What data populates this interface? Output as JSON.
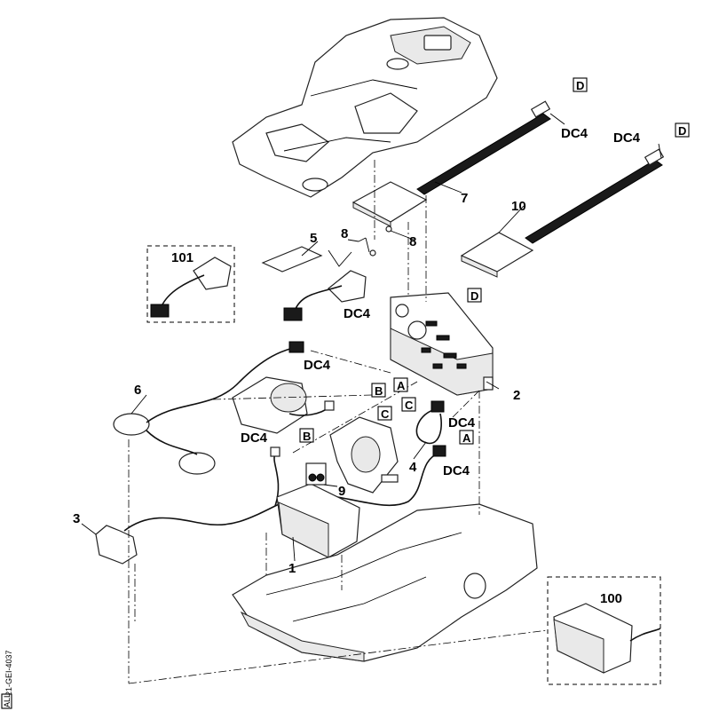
{
  "callouts": {
    "c1": "1",
    "c2": "2",
    "c3": "3",
    "c4": "4",
    "c5": "5",
    "c6": "6",
    "c7": "7",
    "c8a": "8",
    "c8b": "8",
    "c9": "9",
    "c10": "10",
    "c100": "100",
    "c101": "101"
  },
  "connectors": {
    "dc4_7": "DC4",
    "dc4_10": "DC4",
    "dc4_101": "DC4",
    "dc4_6": "DC4",
    "dc4_motor": "DC4",
    "dc4_4": "DC4",
    "dc4_9": "DC4"
  },
  "tags": {
    "d1": "D",
    "d2": "D",
    "d3": "D",
    "a1": "A",
    "a2": "A",
    "b1": "B",
    "b2": "B",
    "c1": "C",
    "c2": "C"
  },
  "reference_id": "0821-GEI-4037",
  "code_stamp": "ALL"
}
